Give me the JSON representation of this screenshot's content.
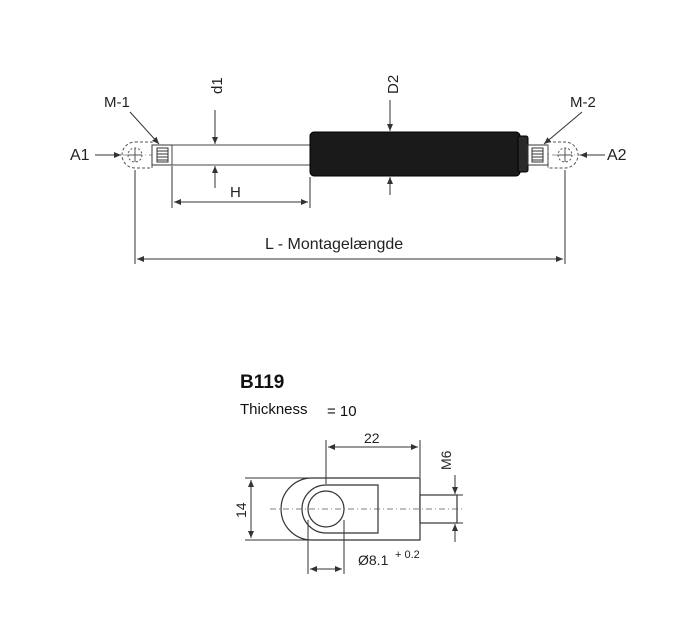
{
  "gas_spring": {
    "labels": {
      "a1": "A1",
      "a2": "A2",
      "m1": "M-1",
      "m2": "M-2",
      "d1": "d1",
      "d2": "D2",
      "h": "H",
      "length": "L - Montagelængde"
    },
    "colors": {
      "cylinder": "#1a1a1a",
      "line": "#555555"
    }
  },
  "fitting": {
    "model": "B119",
    "thickness_label": "Thickness",
    "thickness_value": "= 10",
    "dims": {
      "width": "22",
      "height": "14",
      "thread": "M6",
      "hole": "Ø8.1",
      "tolerance": "+ 0.2"
    }
  }
}
